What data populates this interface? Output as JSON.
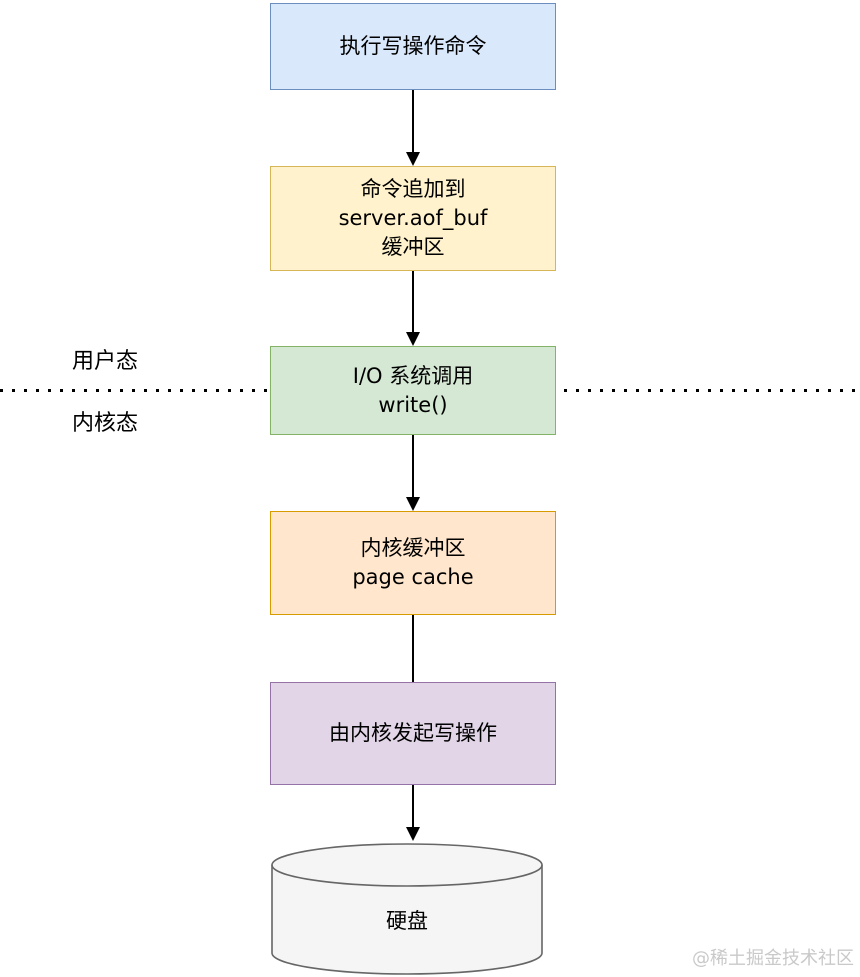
{
  "diagram": {
    "type": "flowchart",
    "topic": "AOF write path: from Redis command to disk"
  },
  "nodes": {
    "exec_command": {
      "label": "执行写操作命令",
      "fill": "#dae8fc",
      "border": "#6c8ebf"
    },
    "aof_buffer": {
      "line1": "命令追加到",
      "line2": "server.aof_buf",
      "line3": "缓冲区",
      "fill": "#fff2cc",
      "border": "#d6b656"
    },
    "io_syscall": {
      "line1": "I/O 系统调用",
      "line2": "write()",
      "fill": "#d5e8d4",
      "border": "#82b366"
    },
    "page_cache": {
      "line1": "内核缓冲区",
      "line2": "page cache",
      "fill": "#ffe6cc",
      "border": "#d79b00"
    },
    "kernel_write": {
      "label": "由内核发起写操作",
      "fill": "#e1d5e7",
      "border": "#9673a6"
    },
    "disk": {
      "label": "硬盘",
      "fill": "#f5f5f5",
      "border": "#666666"
    }
  },
  "boundary": {
    "user_mode_label": "用户态",
    "kernel_mode_label": "内核态",
    "line_color": "#000000"
  },
  "watermark": "@稀土掘金技术社区"
}
